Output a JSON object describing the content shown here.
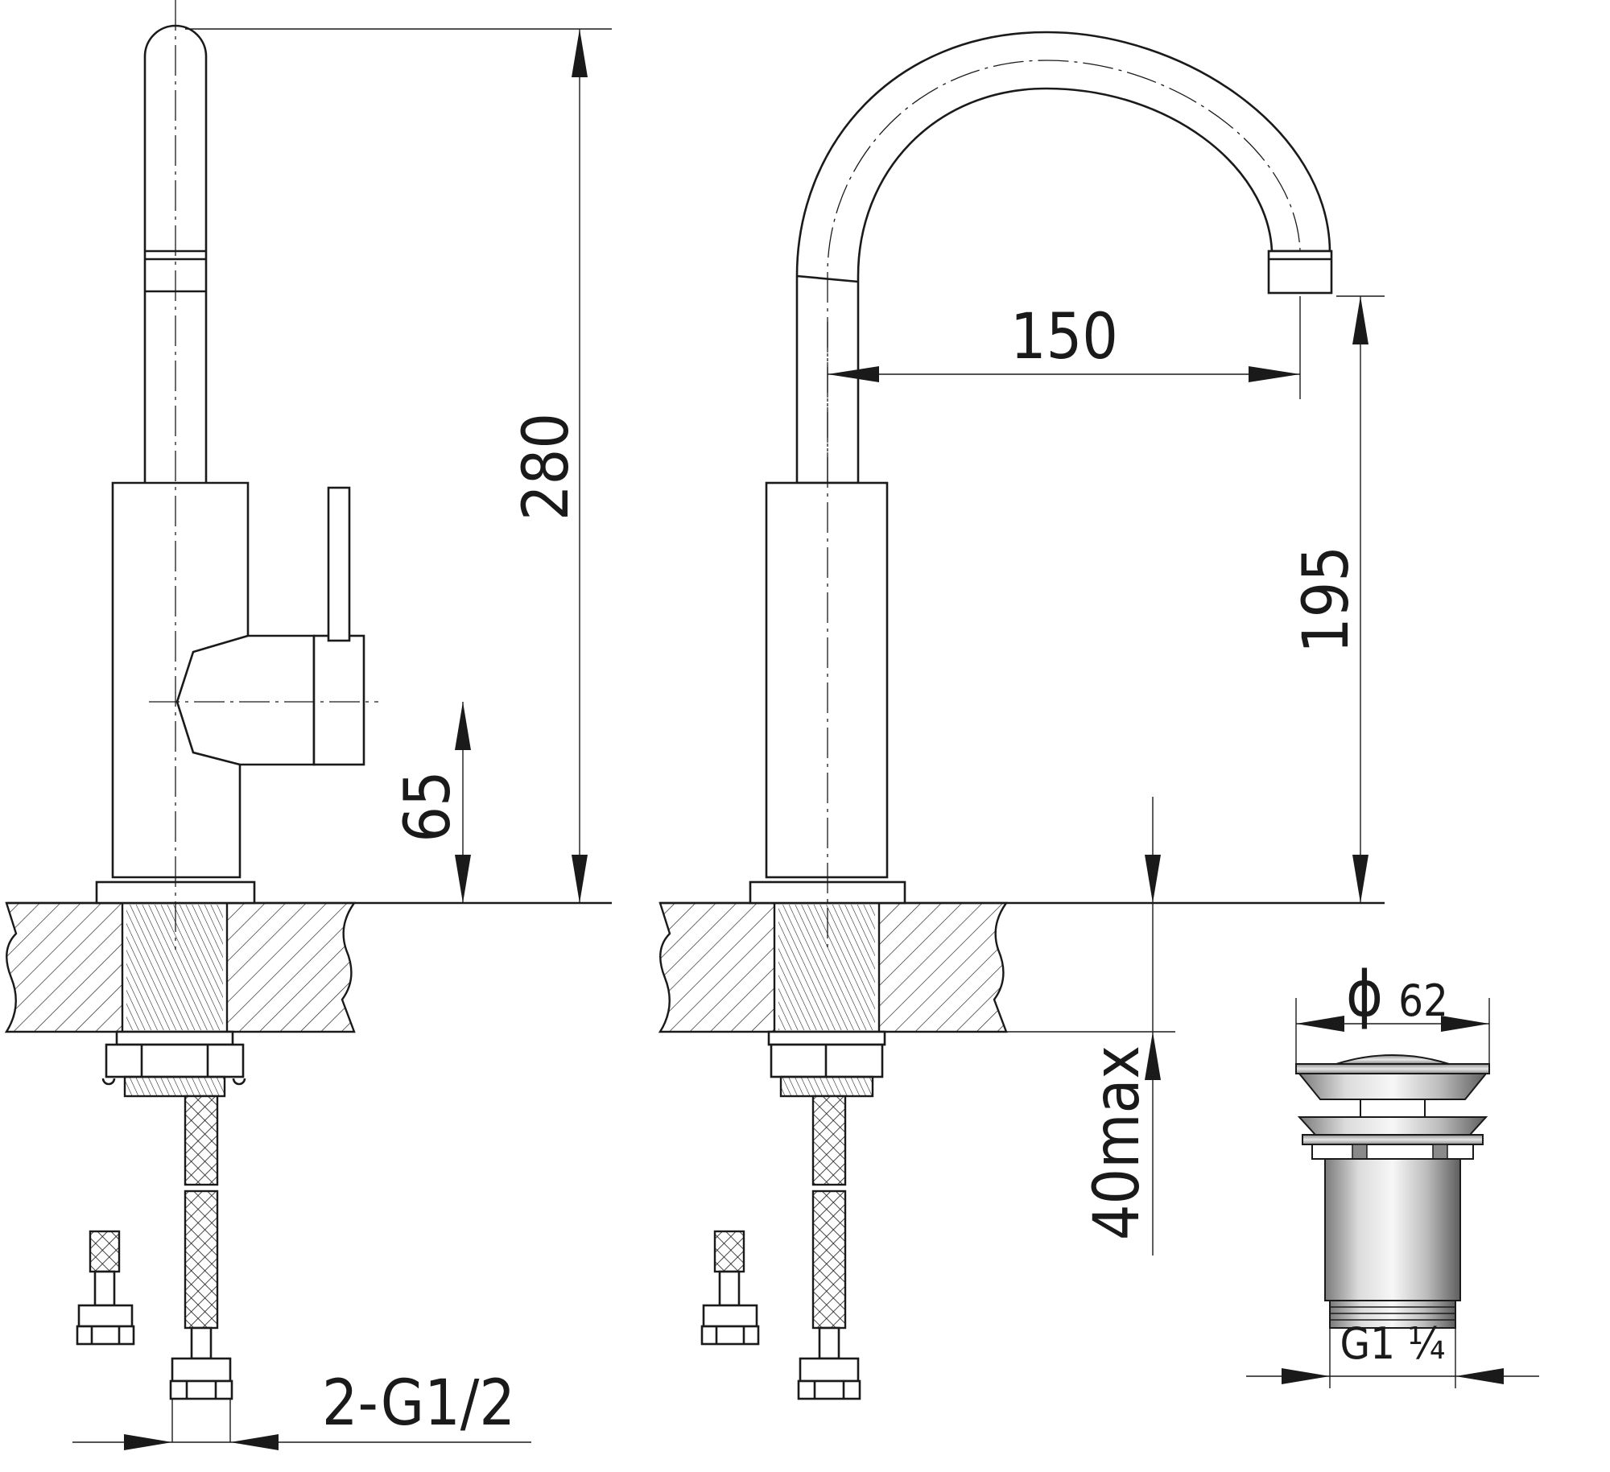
{
  "dimensions": {
    "overall_height": "280",
    "lever_height": "65",
    "spout_reach": "150",
    "spout_height": "195",
    "max_counter_thickness": "40max",
    "connection_thread": "2-G1/2",
    "drain_diameter_symbol": "ϕ",
    "drain_diameter_value": "62",
    "drain_thread": "G1 ¼"
  },
  "colors": {
    "line": "#1a1a1a",
    "background": "#ffffff",
    "metal_dark": "#6f6f6f",
    "metal_light": "#f2f2f2"
  }
}
